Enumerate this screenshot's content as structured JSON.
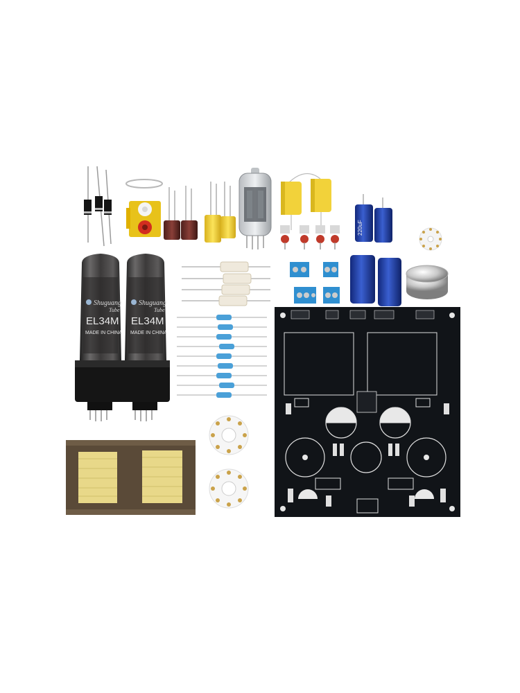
{
  "scene": {
    "description_free": true,
    "background_color": "#ffffff"
  },
  "tubes": {
    "power_tube_model": "EL34M",
    "power_tube_origin": "MADE IN CHINA",
    "power_tube_brand": "Shuguang",
    "power_tube_brand_suffix": "Tube"
  },
  "capacitors": {
    "main_cap_value": "220uF"
  },
  "colors": {
    "pcb_black": "#111418",
    "tube_glass": "#3a3838",
    "tube_base": "#1a1a1a",
    "transformer_brown": "#5a4a38",
    "transformer_yellow": "#e8d889",
    "film_cap_yellow": "#f2d23a",
    "terminal_blue": "#2f8fd0",
    "electrolytic_blue": "#1f3fa8",
    "brown_cap": "#6b2e2a",
    "resistor_blue": "#4aa0d8",
    "cement_resistor": "#efe9dc"
  }
}
